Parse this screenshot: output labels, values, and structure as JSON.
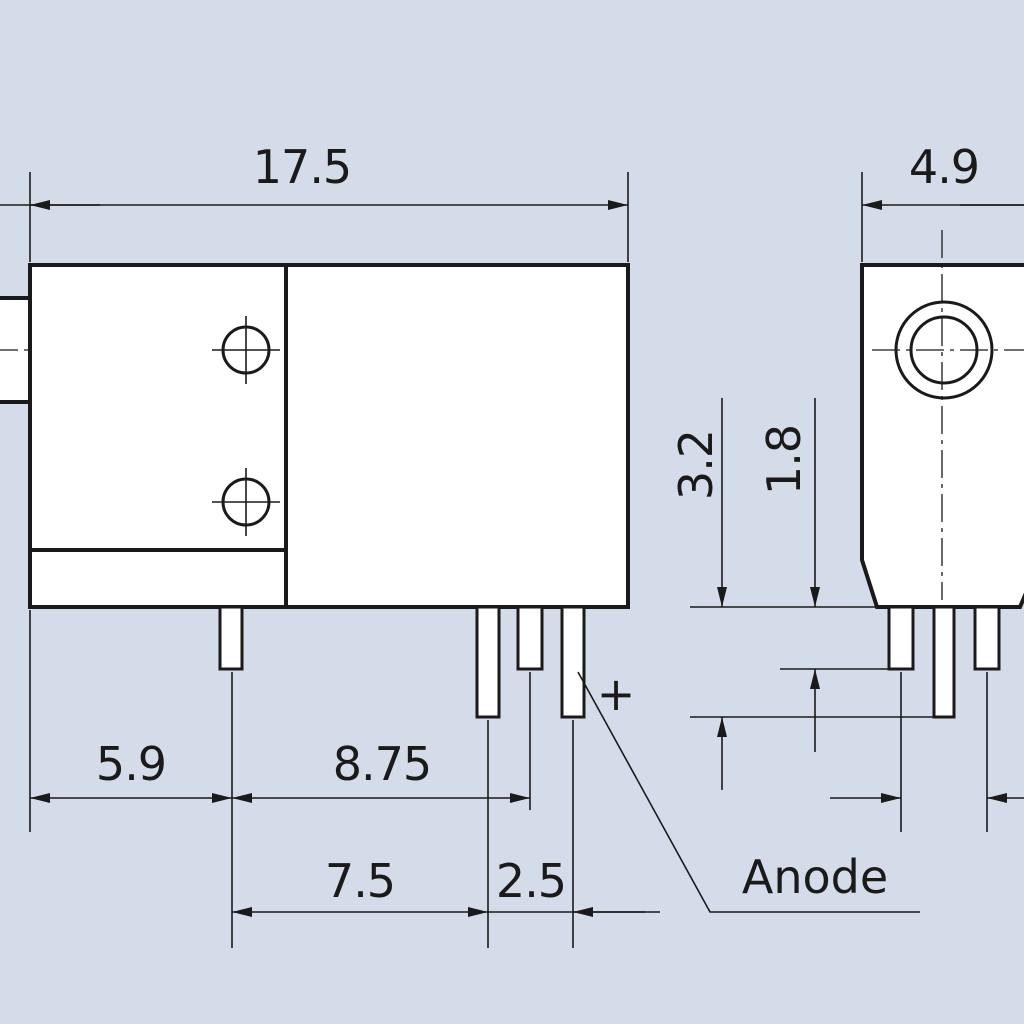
{
  "dimensions": {
    "overall_length": "17.5",
    "side_width": "4.9",
    "pin_height_long": "3.2",
    "pin_height_short": "1.8",
    "pin1_offset": "5.9",
    "span_to_pin3": "8.75",
    "span_to_pin2": "7.5",
    "pin_pitch": "2.5"
  },
  "labels": {
    "anode": "Anode",
    "plus": "+"
  },
  "colors": {
    "background": "#d5dce9",
    "line": "#1a1a1a",
    "body": "#ffffff"
  }
}
